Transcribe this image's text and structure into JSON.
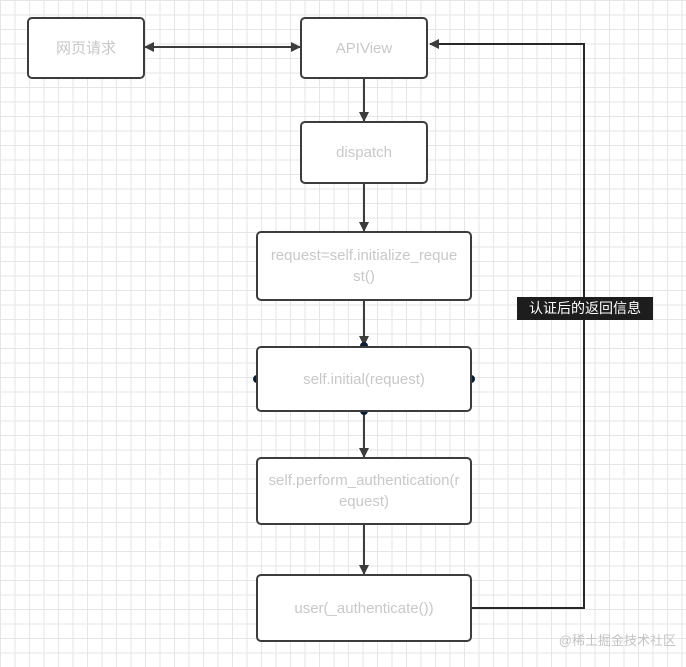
{
  "diagram": {
    "nodes": {
      "web_request": "网页请求",
      "apiview": "APIView",
      "dispatch": "dispatch",
      "initialize_request": "request=self.initialize_request()",
      "initial": "self.initial(request)",
      "perform_authentication": "self.perform_authentication(request)",
      "user": "user(_authenticate())"
    },
    "edge_label": "认证后的返回信息",
    "colors": {
      "node_border": "#3c3c3c",
      "node_text": "#c8c8c8",
      "arrow": "#3c3c3c",
      "return_line": "#282828",
      "anchor": "#0b1e33",
      "label_bg": "#1d1d1d"
    }
  },
  "watermark": "@稀土掘金技术社区"
}
